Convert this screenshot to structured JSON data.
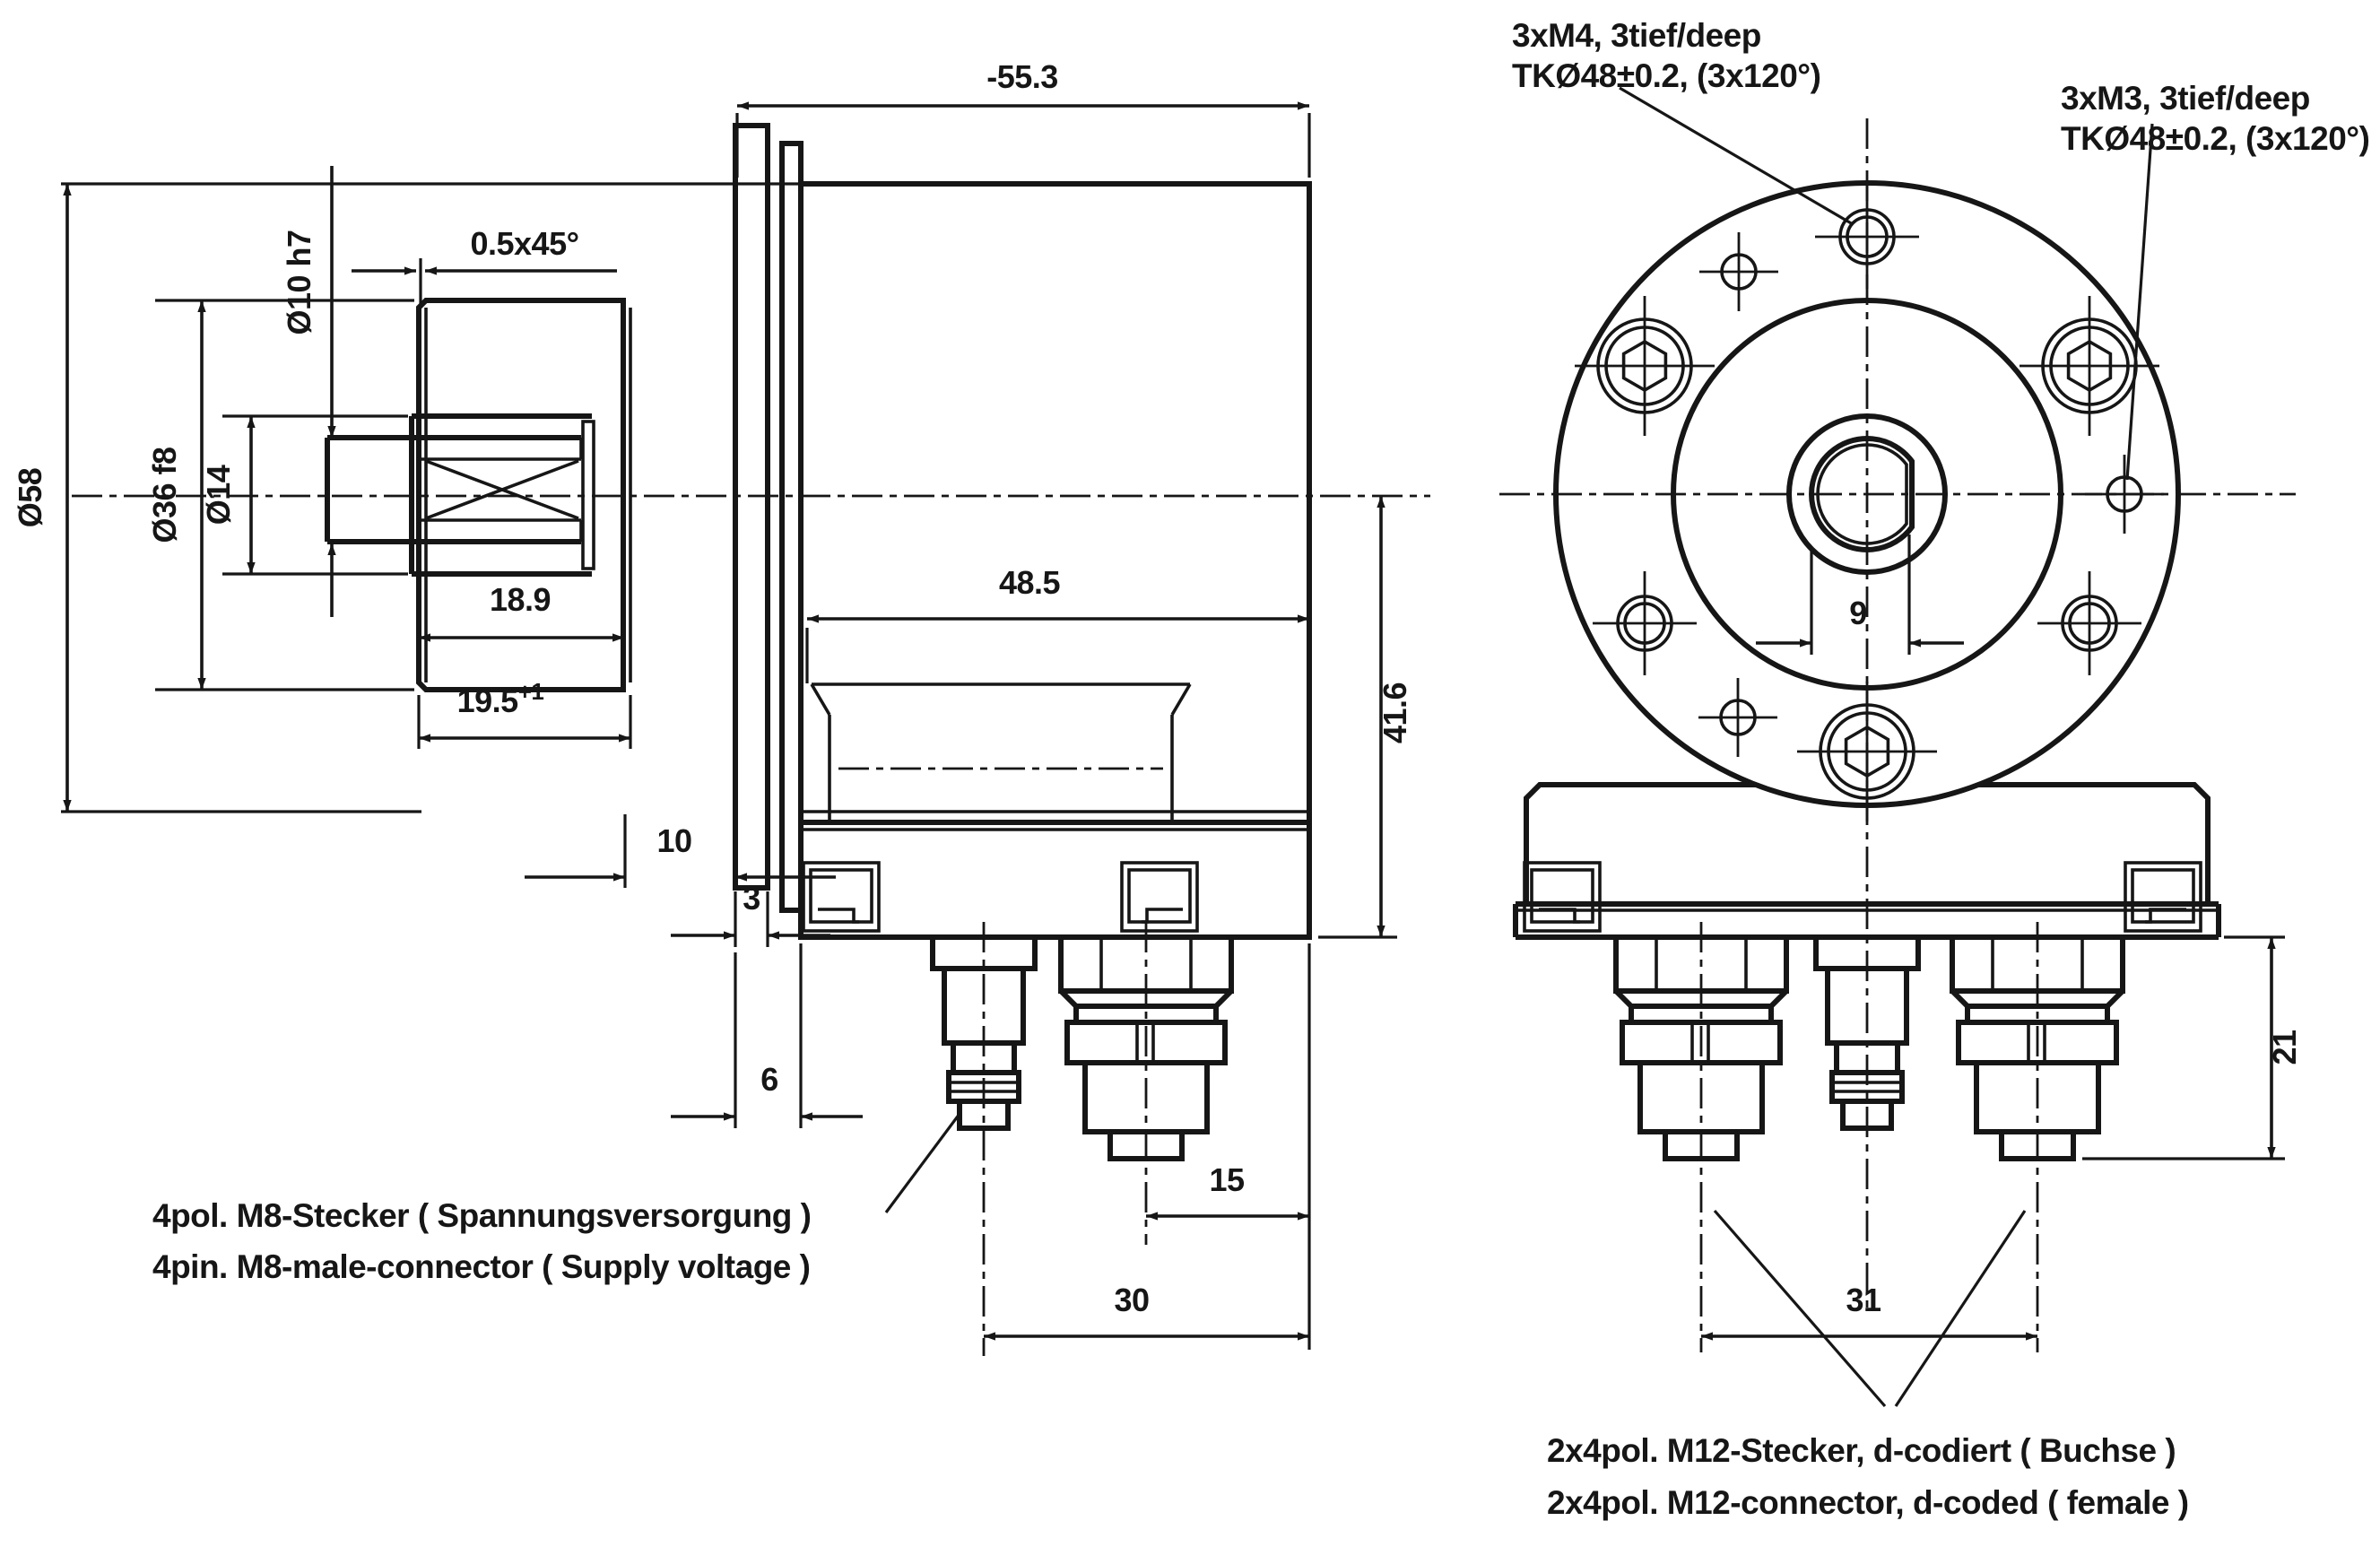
{
  "drawing": {
    "type": "technical-dimension-drawing",
    "views": [
      "side-section-view",
      "front-face-view"
    ],
    "side_view": {
      "dimensions": {
        "total_depth": "-55.3",
        "housing_diameter": "Ø58",
        "clamp_ring_diameter": "Ø36 f8",
        "hub_diameter": "Ø14",
        "shaft_diameter": "Ø10 h7",
        "shaft_chamfer": "0.5x45°",
        "slot_length": "18.9",
        "clamp_depth": "19.5",
        "clamp_depth_tolerance": "+1",
        "gap_ring_to_flange": "10",
        "flange_plate_thickness": "3",
        "flange_stack_thickness": "6",
        "body_length": "48.5",
        "height_below_axis": "41.6",
        "m12_offset_from_face": "15",
        "m8_offset_from_face": "30"
      },
      "labels": {
        "m8_connector_de": "4pol. M8-Stecker ( Spannungsversorgung )",
        "m8_connector_en": "4pin. M8-male-connector ( Supply voltage )"
      }
    },
    "front_view": {
      "annotations": {
        "m4_line1": "3xM4, 3tief/deep",
        "m4_line2": "TKØ48±0.2, (3x120°)",
        "m3_line1": "3xM3, 3tief/deep",
        "m3_line2": "TKØ48±0.2, (3x120°)"
      },
      "dimensions": {
        "shaft_flat_width": "9",
        "m12_connector_spacing": "31",
        "connector_height": "21"
      },
      "labels": {
        "m12_connector_de": "2x4pol. M12-Stecker, d-codiert ( Buchse )",
        "m12_connector_en": "2x4pol. M12-connector, d-coded ( female )"
      },
      "hole_pattern": {
        "m4_holes": 3,
        "m3_holes": 3,
        "mounting_screws": 3,
        "bolt_circle": "TK Ø48 ±0.2",
        "spacing": "3x120°"
      }
    }
  }
}
